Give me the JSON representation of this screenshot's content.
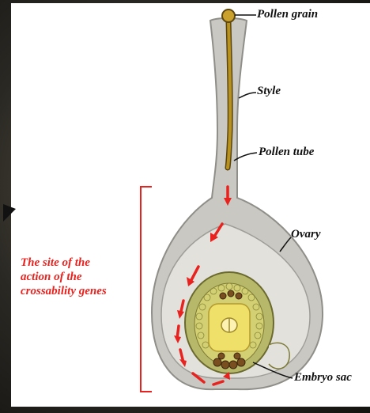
{
  "labels": {
    "pollen_grain": "Pollen grain",
    "style": "Style",
    "pollen_tube": "Pollen tube",
    "ovary": "Ovary",
    "embryo_sac": "Embryo sac"
  },
  "site_label": {
    "line1": "The site of the",
    "line2": "action of the",
    "line3": "crossability genes"
  },
  "colors": {
    "accent_red": "#e8231f",
    "pistil_gray": "#c9c8c3",
    "pollen_tube_gold": "#9a7a1c",
    "embryo_yellow": "#efe06a"
  }
}
